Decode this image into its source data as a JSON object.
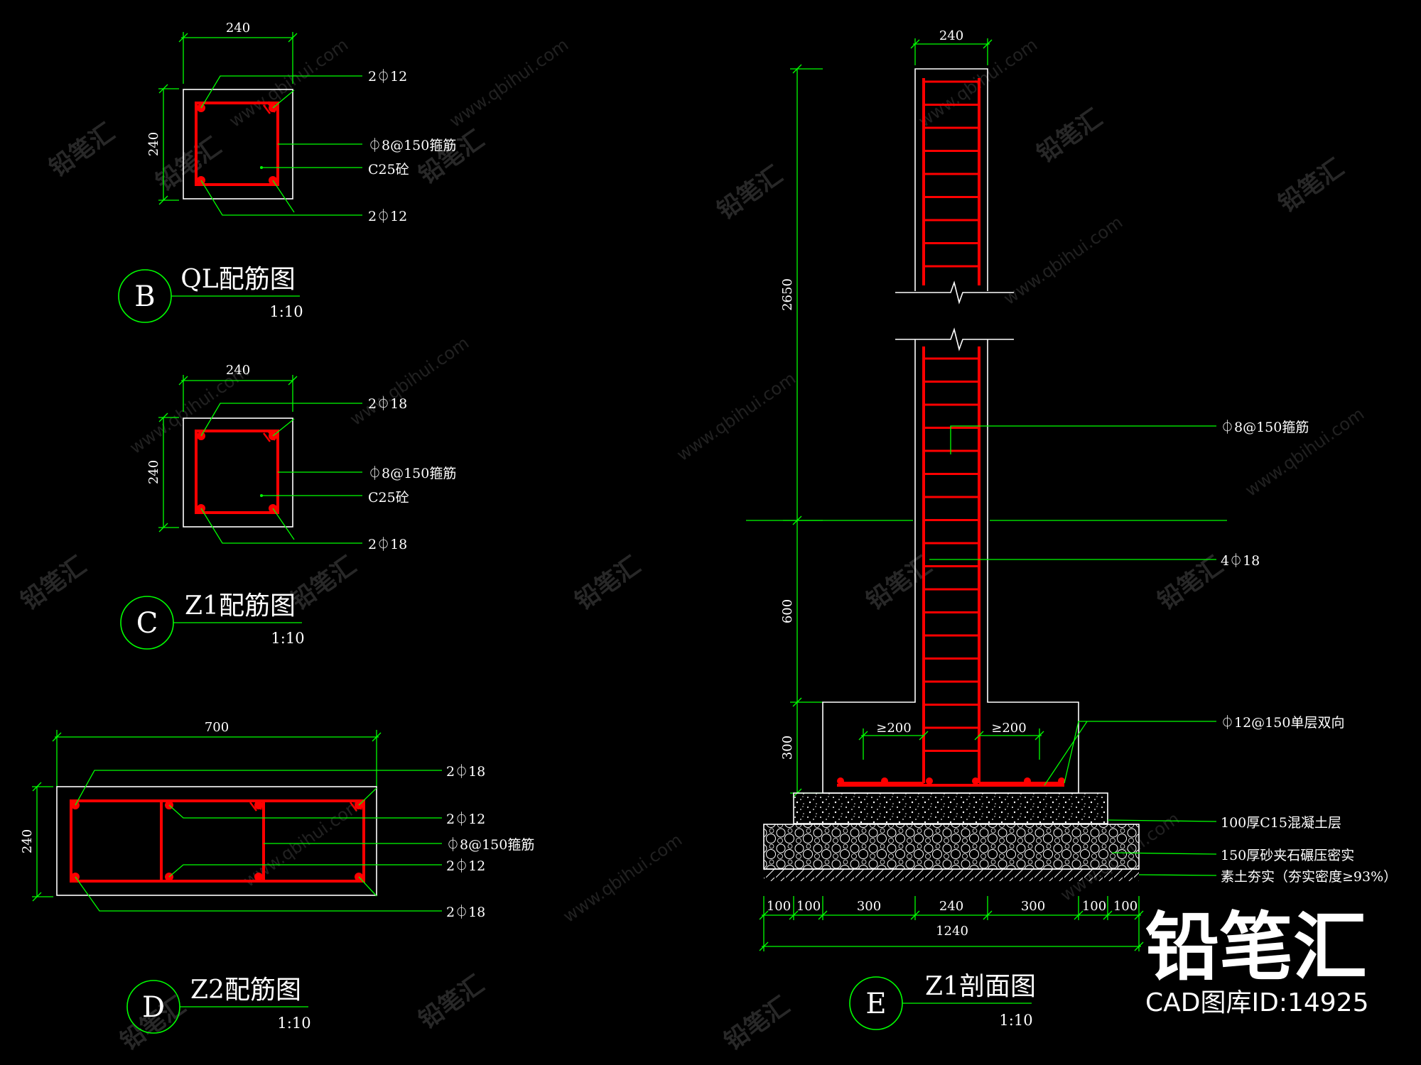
{
  "colors": {
    "line": "#00ff00",
    "rebar": "#ff0000",
    "outline": "#ffffff",
    "background": "#000000"
  },
  "detail_b": {
    "marker": "B",
    "title": "QL配筋图",
    "scale": "1:10",
    "dim_width": "240",
    "dim_height": "240",
    "callouts": [
      "2⏀12",
      "⏀8@150箍筋",
      "C25砼",
      "2⏀12"
    ]
  },
  "detail_c": {
    "marker": "C",
    "title": "Z1配筋图",
    "scale": "1:10",
    "dim_width": "240",
    "dim_height": "240",
    "callouts": [
      "2⏀18",
      "⏀8@150箍筋",
      "C25砼",
      "2⏀18"
    ]
  },
  "detail_d": {
    "marker": "D",
    "title": "Z2配筋图",
    "scale": "1:10",
    "dim_width": "700",
    "dim_height": "240",
    "callouts": [
      "2⏀18",
      "2⏀12",
      "⏀8@150箍筋",
      "2⏀12",
      "2⏀18"
    ]
  },
  "detail_e": {
    "marker": "E",
    "title": "Z1剖面图",
    "scale": "1:10",
    "dim_top": "240",
    "dim_vertical": [
      "2650",
      "600",
      "300"
    ],
    "dim_anchor_left": "≥200",
    "dim_anchor_right": "≥200",
    "dim_bottom": [
      "100",
      "100",
      "300",
      "240",
      "300",
      "100",
      "100"
    ],
    "dim_total": "1240",
    "callouts": [
      "⏀8@150箍筋",
      "4⏀18",
      "⏀12@150单层双向",
      "100厚C15混凝土层",
      "150厚砂夹石碾压密实",
      "素土夯实（夯实密度≥93%）"
    ]
  },
  "watermark": {
    "brand": "铅笔汇",
    "url": "www.qbihui.com"
  },
  "brand": {
    "name": "铅笔汇",
    "id_text": "CAD图库ID:14925"
  }
}
